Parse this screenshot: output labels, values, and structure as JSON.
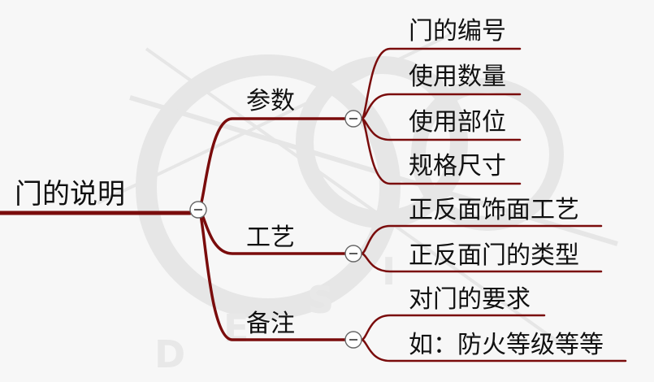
{
  "root": {
    "label": "门的说明"
  },
  "branches": [
    {
      "label": "参数",
      "children": [
        "门的编号",
        "使用数量",
        "使用部位",
        "规格尺寸"
      ]
    },
    {
      "label": "工艺",
      "children": [
        "正反面饰面工艺",
        "正反面门的类型"
      ]
    },
    {
      "label": "备注",
      "children": [
        "对门的要求",
        "如：防火等级等等"
      ]
    }
  ],
  "watermark": {
    "letters": [
      "D",
      "E",
      "S",
      "I"
    ]
  },
  "colors": {
    "line": "#7a0c0c",
    "background": "#f7f7f7"
  }
}
